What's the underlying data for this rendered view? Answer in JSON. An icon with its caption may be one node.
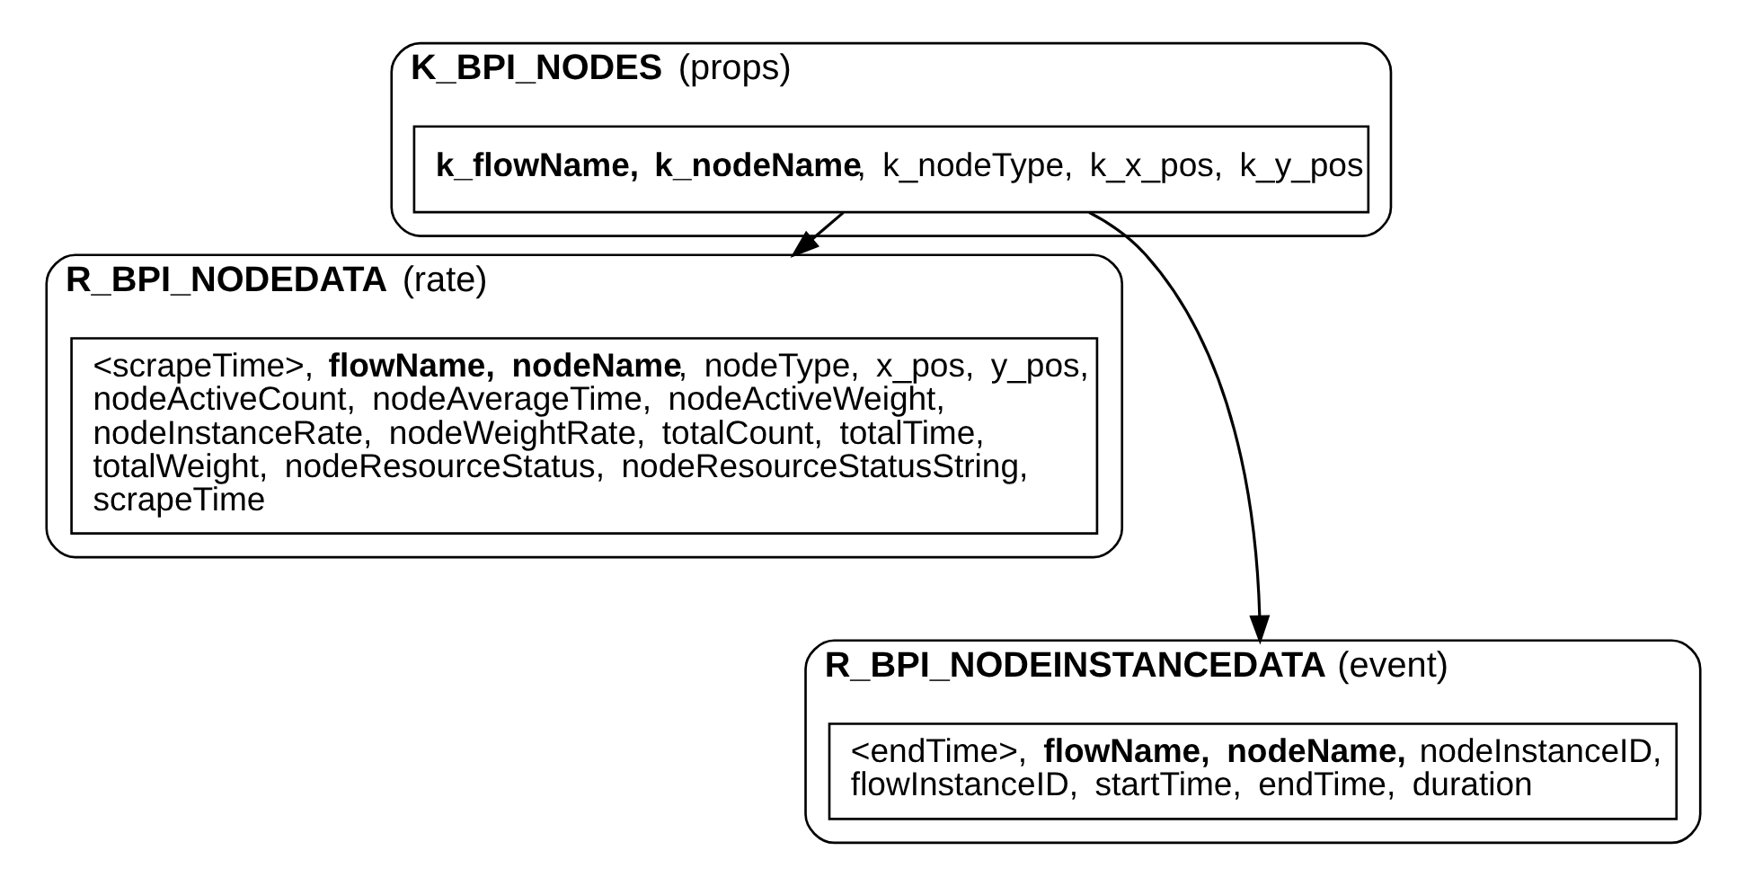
{
  "diagram": {
    "nodes": [
      {
        "text": [
          "**K_BPI_NODES** (props)"
        ]
      },
      {
        "text": [
          "**k_flowName, k_nodeName**, k_nodeType, k_x_pos, k_y_pos"
        ],
        "in": 0
      },
      {
        "text": [
          "**R_BPI_NODEDATA** (rate)"
        ]
      },
      {
        "text": [
          "<scrapeTime>, **flowName, nodeName**, nodeType, x_pos, y_pos, nodeActiveCount, nodeAverageTime, nodeActiveWeight, nodeInstanceRate, nodeWeightRate, totalCount, totalTime, totalWeight, nodeResourceStatus, nodeResourceStatusString, scrapeTime"
        ],
        "in": 2
      },
      {
        "text": [
          "**R_BPI_NODEINSTANCEDATA** (event)"
        ]
      },
      {
        "text": [
          "<endTime>, **flowName, nodeName,** nodeInstanceID, flowInstanceID, startTime, endTime, duration"
        ],
        "in": 4
      }
    ],
    "edges": [
      {
        "from": 1,
        "to": 2,
        "arrow": "to"
      },
      {
        "from": 1,
        "to": 4,
        "arrow": "to"
      }
    ]
  }
}
